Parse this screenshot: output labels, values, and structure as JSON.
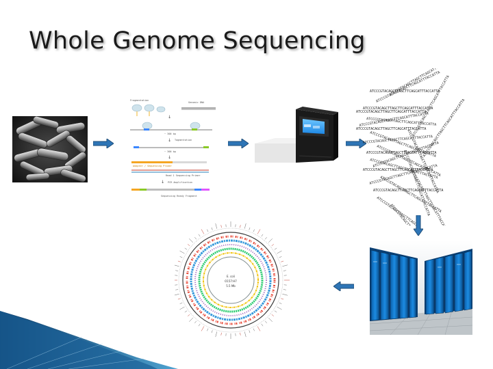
{
  "slide": {
    "title": "Whole Genome Sequencing"
  },
  "workflow_image": {
    "top_label_left": "Fragmentation",
    "top_label_right": "Genomic DNA",
    "size_label_1": "~ 300 bp",
    "step_label_1": "Tagmentation",
    "size_label_2": "~ 300 bp",
    "step_label_3": "Adapter / Sequencing Primer",
    "step_label_4": "Read 1 Sequencing Primer",
    "step_label_5": "PCR Amplification",
    "step_label_6": "Sequencing Ready Fragment"
  },
  "dna_sequence": {
    "line": "ATCCCGTACAGCTTAGCTTCAGCATTTACCATTA"
  },
  "circos": {
    "center_line_1": "E. coli",
    "center_line_2": "O157:H7",
    "center_line_3": "5.5 Mb"
  },
  "colors": {
    "arrow_fill": "#2e75b6",
    "arrow_stroke": "#1f4e79",
    "footer_dark": "#0d3b66",
    "footer_light": "#4fa3d1"
  }
}
